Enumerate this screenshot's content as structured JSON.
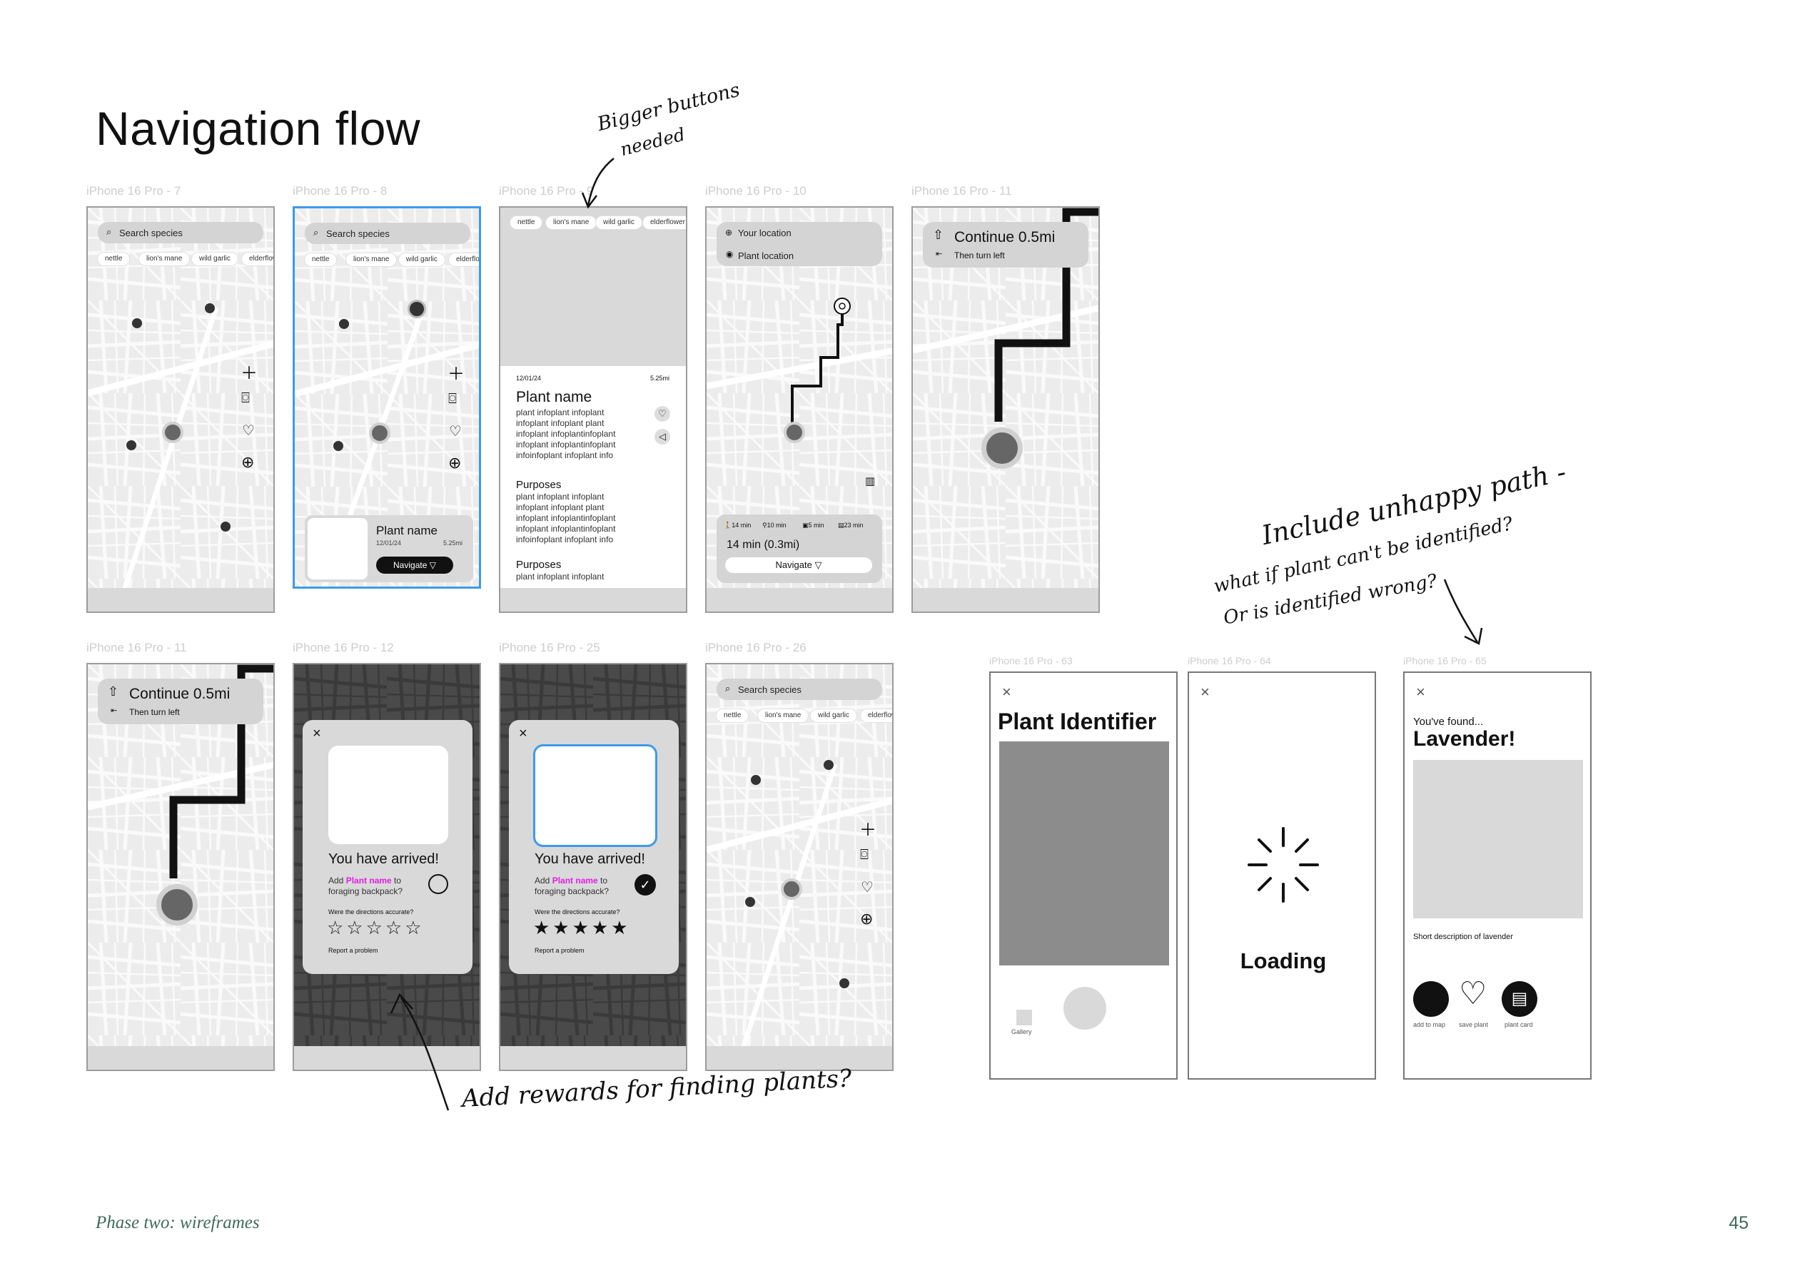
{
  "page": {
    "title": "Navigation flow",
    "footer_left": "Phase two: wireframes",
    "page_number": "45"
  },
  "frame_labels": {
    "f7": "iPhone 16 Pro - 7",
    "f8": "iPhone 16 Pro - 8",
    "f9": "iPhone 16 Pro - 9",
    "f10": "iPhone 16 Pro - 10",
    "f11a": "iPhone 16 Pro - 11",
    "f11b": "iPhone 16 Pro - 11",
    "f12": "iPhone 16 Pro - 12",
    "f25": "iPhone 16 Pro - 25",
    "f26": "iPhone 16 Pro - 26",
    "f63": "iPhone 16 Pro - 63",
    "f64": "iPhone 16 Pro - 64",
    "f65": "iPhone 16 Pro - 65"
  },
  "search": {
    "placeholder": "Search species",
    "chips": [
      "nettle",
      "lion's mane",
      "wild garlic",
      "elderflower"
    ]
  },
  "plant_card": {
    "name": "Plant name",
    "date": "12/01/24",
    "distance": "5.25mi",
    "navigate_label": "Navigate"
  },
  "detail": {
    "date": "12/01/24",
    "distance": "5.25mi",
    "name": "Plant name",
    "desc_lines": [
      "plant infoplant infoplant",
      "infoplant infoplant plant",
      "infoplant infoplantinfoplant",
      "infoplant infoplantinfoplant",
      "infoinfoplant infoplant info"
    ],
    "purposes_label": "Purposes",
    "purposes_lines": [
      "plant infoplant infoplant",
      "infoplant infoplant plant",
      "infoplant infoplantinfoplant",
      "infoplant infoplantinfoplant",
      "infoinfoplant infoplant info"
    ],
    "purposes_label_2": "Purposes",
    "purposes_line_2": "plant infoplant infoplant"
  },
  "route": {
    "your_location": "Your location",
    "plant_location": "Plant location",
    "modes": [
      "14 min",
      "10 min",
      "5 min",
      "23 min"
    ],
    "eta": "14 min (0.3mi)",
    "navigate_label": "Navigate"
  },
  "turn": {
    "instruction": "Continue 0.5mi",
    "next": "Then turn left"
  },
  "arrived": {
    "title": "You have arrived!",
    "add_prefix": "Add ",
    "plant_highlight": "Plant name",
    "add_suffix": " to",
    "add_line2": "foraging backpack?",
    "question": "Were the directions accurate?",
    "report": "Report a problem",
    "highlight_color": "#e020e0"
  },
  "identifier": {
    "title": "Plant Identifier",
    "gallery": "Gallery"
  },
  "loading": {
    "label": "Loading"
  },
  "result": {
    "found": "You've found...",
    "name": "Lavender!",
    "description": "Short description of lavender",
    "actions": [
      "add to map",
      "save plant",
      "plant card"
    ]
  },
  "annotations": {
    "bigger_buttons_line1": "Bigger buttons",
    "bigger_buttons_line2": "needed",
    "unhappy_line1": "Include unhappy path -",
    "unhappy_line2": "what if plant can't be identified?",
    "unhappy_line3": "Or is identified wrong?",
    "rewards": "Add rewards for finding plants?"
  }
}
